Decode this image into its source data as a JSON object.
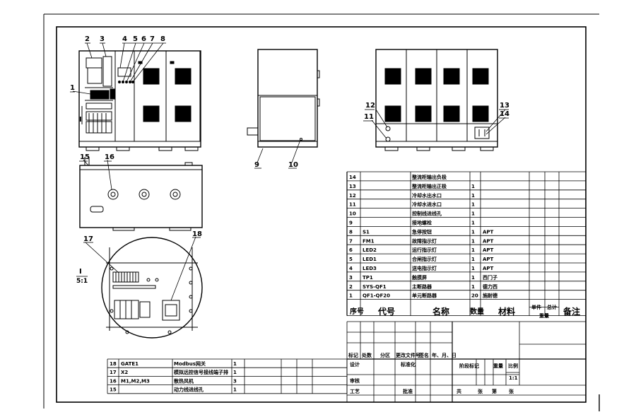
{
  "callouts": [
    "1",
    "2",
    "3",
    "4",
    "5",
    "6",
    "7",
    "8",
    "9",
    "10",
    "11",
    "12",
    "13",
    "14",
    "15",
    "16",
    "17",
    "18"
  ],
  "section_mark": "I",
  "detail_label": "I",
  "detail_scale": "5:1",
  "bom": {
    "rows": [
      {
        "no": "14",
        "code": "",
        "name": "整流柜输出负极",
        "qty": "",
        "material": ""
      },
      {
        "no": "13",
        "code": "",
        "name": "整流柜输出正极",
        "qty": "1",
        "material": ""
      },
      {
        "no": "12",
        "code": "",
        "name": "冷却水出水口",
        "qty": "1",
        "material": ""
      },
      {
        "no": "11",
        "code": "",
        "name": "冷却水进水口",
        "qty": "1",
        "material": ""
      },
      {
        "no": "10",
        "code": "",
        "name": "控制线进线孔",
        "qty": "1",
        "material": ""
      },
      {
        "no": "9",
        "code": "",
        "name": "接地螺栓",
        "qty": "1",
        "material": ""
      },
      {
        "no": "8",
        "code": "S1",
        "name": "急停按钮",
        "qty": "1",
        "material": "APT"
      },
      {
        "no": "7",
        "code": "FM1",
        "name": "故障指示灯",
        "qty": "1",
        "material": "APT"
      },
      {
        "no": "6",
        "code": "LED2",
        "name": "运行指示灯",
        "qty": "1",
        "material": "APT"
      },
      {
        "no": "5",
        "code": "LED1",
        "name": "合闸指示灯",
        "qty": "1",
        "material": "APT"
      },
      {
        "no": "4",
        "code": "LED3",
        "name": "送电指示灯",
        "qty": "1",
        "material": "APT"
      },
      {
        "no": "3",
        "code": "TP1",
        "name": "触摸屏",
        "qty": "1",
        "material": "西门子"
      },
      {
        "no": "2",
        "code": "SYS-QF1",
        "name": "主断路器",
        "qty": "1",
        "material": "德力西"
      },
      {
        "no": "1",
        "code": "QF1-QF20",
        "name": "单元断路器",
        "qty": "20",
        "material": "施耐德"
      }
    ],
    "lower_rows": [
      {
        "no": "18",
        "code": "GATE1",
        "name": "Modbus网关",
        "qty": "1"
      },
      {
        "no": "17",
        "code": "X2",
        "name": "模拟远控信号接线端子排",
        "qty": "1"
      },
      {
        "no": "16",
        "code": "M1,M2,M3",
        "name": "散热风机",
        "qty": "3"
      },
      {
        "no": "15",
        "code": "",
        "name": "动力线进线孔",
        "qty": "1"
      }
    ],
    "header": {
      "no": "序号",
      "code": "代号",
      "name": "名称",
      "qty": "数量",
      "material": "材料",
      "unit_weight": "单件",
      "total_weight": "总计",
      "weight": "重量",
      "remark": "备注"
    }
  },
  "title_block": {
    "revision_headers": [
      "标记",
      "处数",
      "分区",
      "更改文件号",
      "签名",
      "年、月、日"
    ],
    "design": "设计",
    "standardize": "标准化",
    "review": "审核",
    "process": "工艺",
    "approve": "批准",
    "stage_mark": "阶段标记",
    "weight": "重量",
    "scale": "比例",
    "scale_value": "1:1",
    "total_label": "共",
    "sheets_label": "张",
    "sheet_no_label": "第",
    "sheet_label": "张"
  }
}
